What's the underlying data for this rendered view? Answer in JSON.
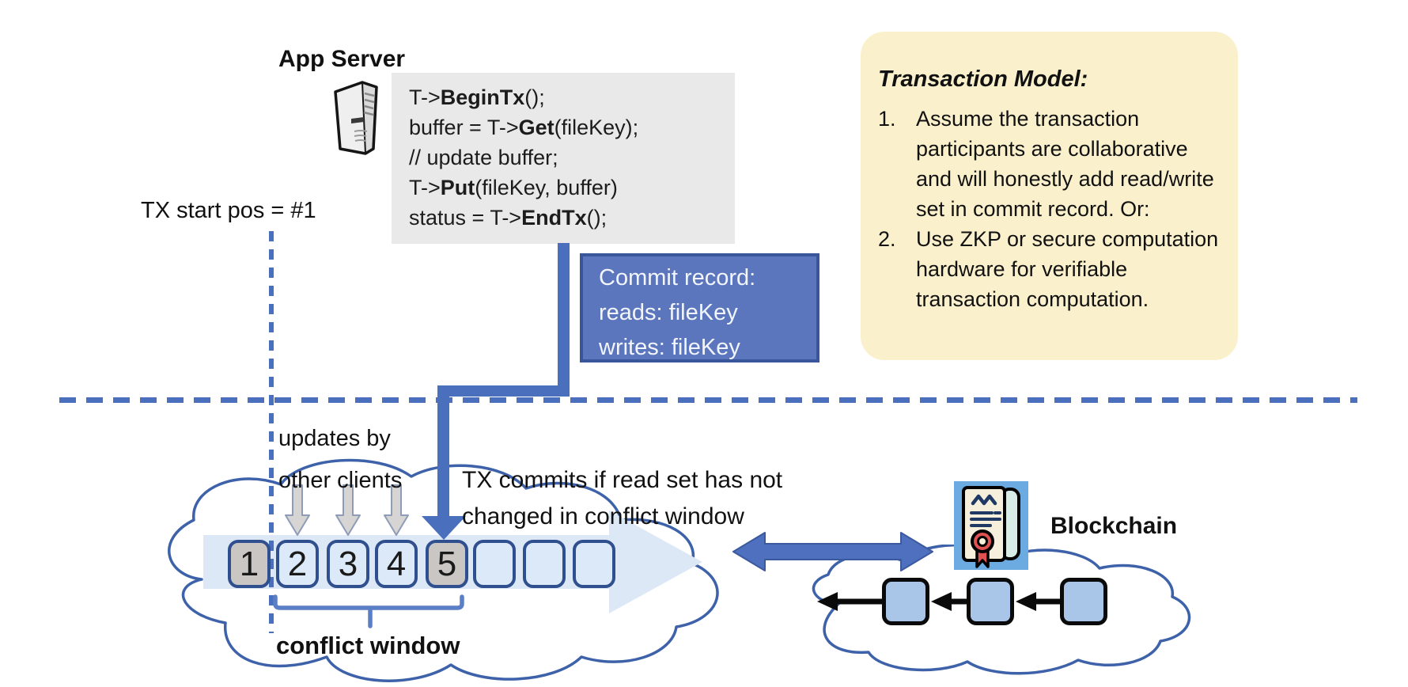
{
  "colors": {
    "accent_blue": "#4a6fbd",
    "commit_fill": "#5b76bc",
    "commit_border": "#3a569b",
    "slot_border": "#2f4f8f",
    "slot_fill_light": "#dbe9f8",
    "slot_fill_shaded": "#c9c6c3",
    "band_fill": "#dce8f6",
    "panel_yellow": "#faf0cc",
    "code_background": "#e9e9e9",
    "cloud_stroke": "#3e62a9",
    "chain_block_fill": "#a9c5e8",
    "certificate_background": "#6cabe2"
  },
  "app_server": {
    "title": "App Server",
    "code_lines": [
      [
        {
          "t": "T->"
        },
        {
          "t": "BeginTx",
          "b": true
        },
        {
          "t": "();"
        }
      ],
      [
        {
          "t": "buffer = T->"
        },
        {
          "t": "Get",
          "b": true
        },
        {
          "t": "(fileKey);"
        }
      ],
      [
        {
          "t": "// update buffer;"
        }
      ],
      [
        {
          "t": "T->"
        },
        {
          "t": "Put",
          "b": true
        },
        {
          "t": "(fileKey, buffer)"
        }
      ],
      [
        {
          "t": "status = T->"
        },
        {
          "t": "EndTx",
          "b": true
        },
        {
          "t": "();"
        }
      ]
    ]
  },
  "labels": {
    "tx_start": "TX start pos = #1",
    "updates_by": "updates by\nother clients",
    "tx_commits": "TX commits if read set has not\nchanged in conflict window",
    "conflict_window": "conflict window",
    "blockchain": "Blockchain"
  },
  "commit_record": {
    "lines": [
      "Commit record:",
      "reads: fileKey",
      "writes: fileKey"
    ]
  },
  "transaction_model": {
    "title": "Transaction Model:",
    "items": [
      {
        "num": "1.",
        "text": "Assume the transaction\nparticipants are collaborative\nand will honestly add read/write\nset in commit record.  Or:"
      },
      {
        "num": "2.",
        "text": "Use ZKP or secure computation\nhardware for verifiable\ntransaction computation."
      }
    ]
  },
  "timeline": {
    "slots": [
      "1",
      "2",
      "3",
      "4",
      "5",
      "",
      "",
      ""
    ],
    "shaded_slots": [
      0,
      4
    ]
  }
}
